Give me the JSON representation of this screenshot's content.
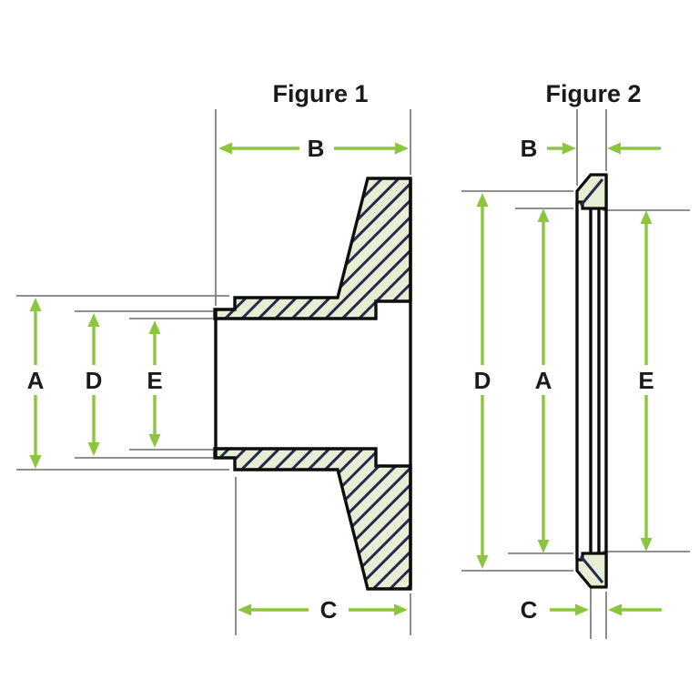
{
  "figure1": {
    "title": "Figure 1",
    "dimensions": {
      "A": "A",
      "B": "B",
      "C": "C",
      "D": "D",
      "E": "E"
    }
  },
  "figure2": {
    "title": "Figure 2",
    "dimensions": {
      "A": "A",
      "B": "B",
      "C": "C",
      "D": "D",
      "E": "E"
    }
  },
  "colors": {
    "arrow-green": "#8cc63f",
    "section-fill": "#e8eed3",
    "hatch-line": "#262b4d",
    "outline-black": "#0d0d0d",
    "extension-gray": "#7f7f7f",
    "label-text": "#1a1a1a",
    "page-bg": "#ffffff"
  }
}
